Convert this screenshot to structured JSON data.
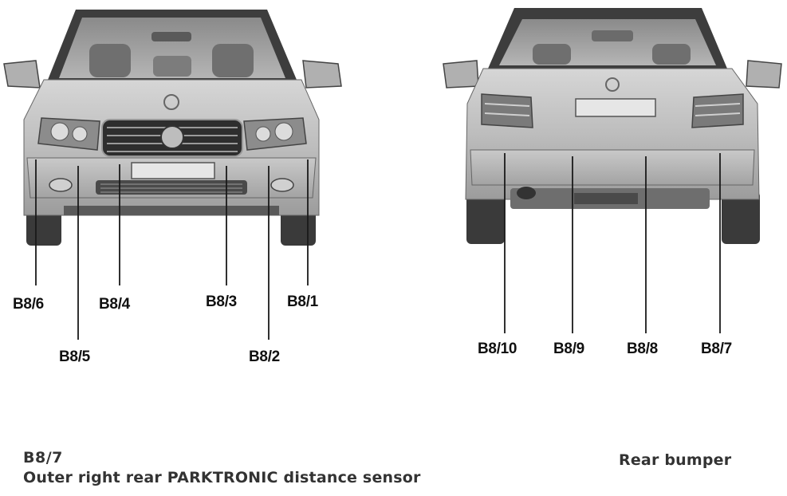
{
  "front_labels": {
    "b8_6": "B8/6",
    "b8_4": "B8/4",
    "b8_3": "B8/3",
    "b8_1": "B8/1",
    "b8_5": "B8/5",
    "b8_2": "B8/2"
  },
  "rear_labels": {
    "b8_10": "B8/10",
    "b8_9": "B8/9",
    "b8_8": "B8/8",
    "b8_7": "B8/7"
  },
  "caption": {
    "component_id": "B8/7",
    "component_description": "Outer right rear PARKTRONIC distance sensor",
    "location": "Rear bumper"
  }
}
